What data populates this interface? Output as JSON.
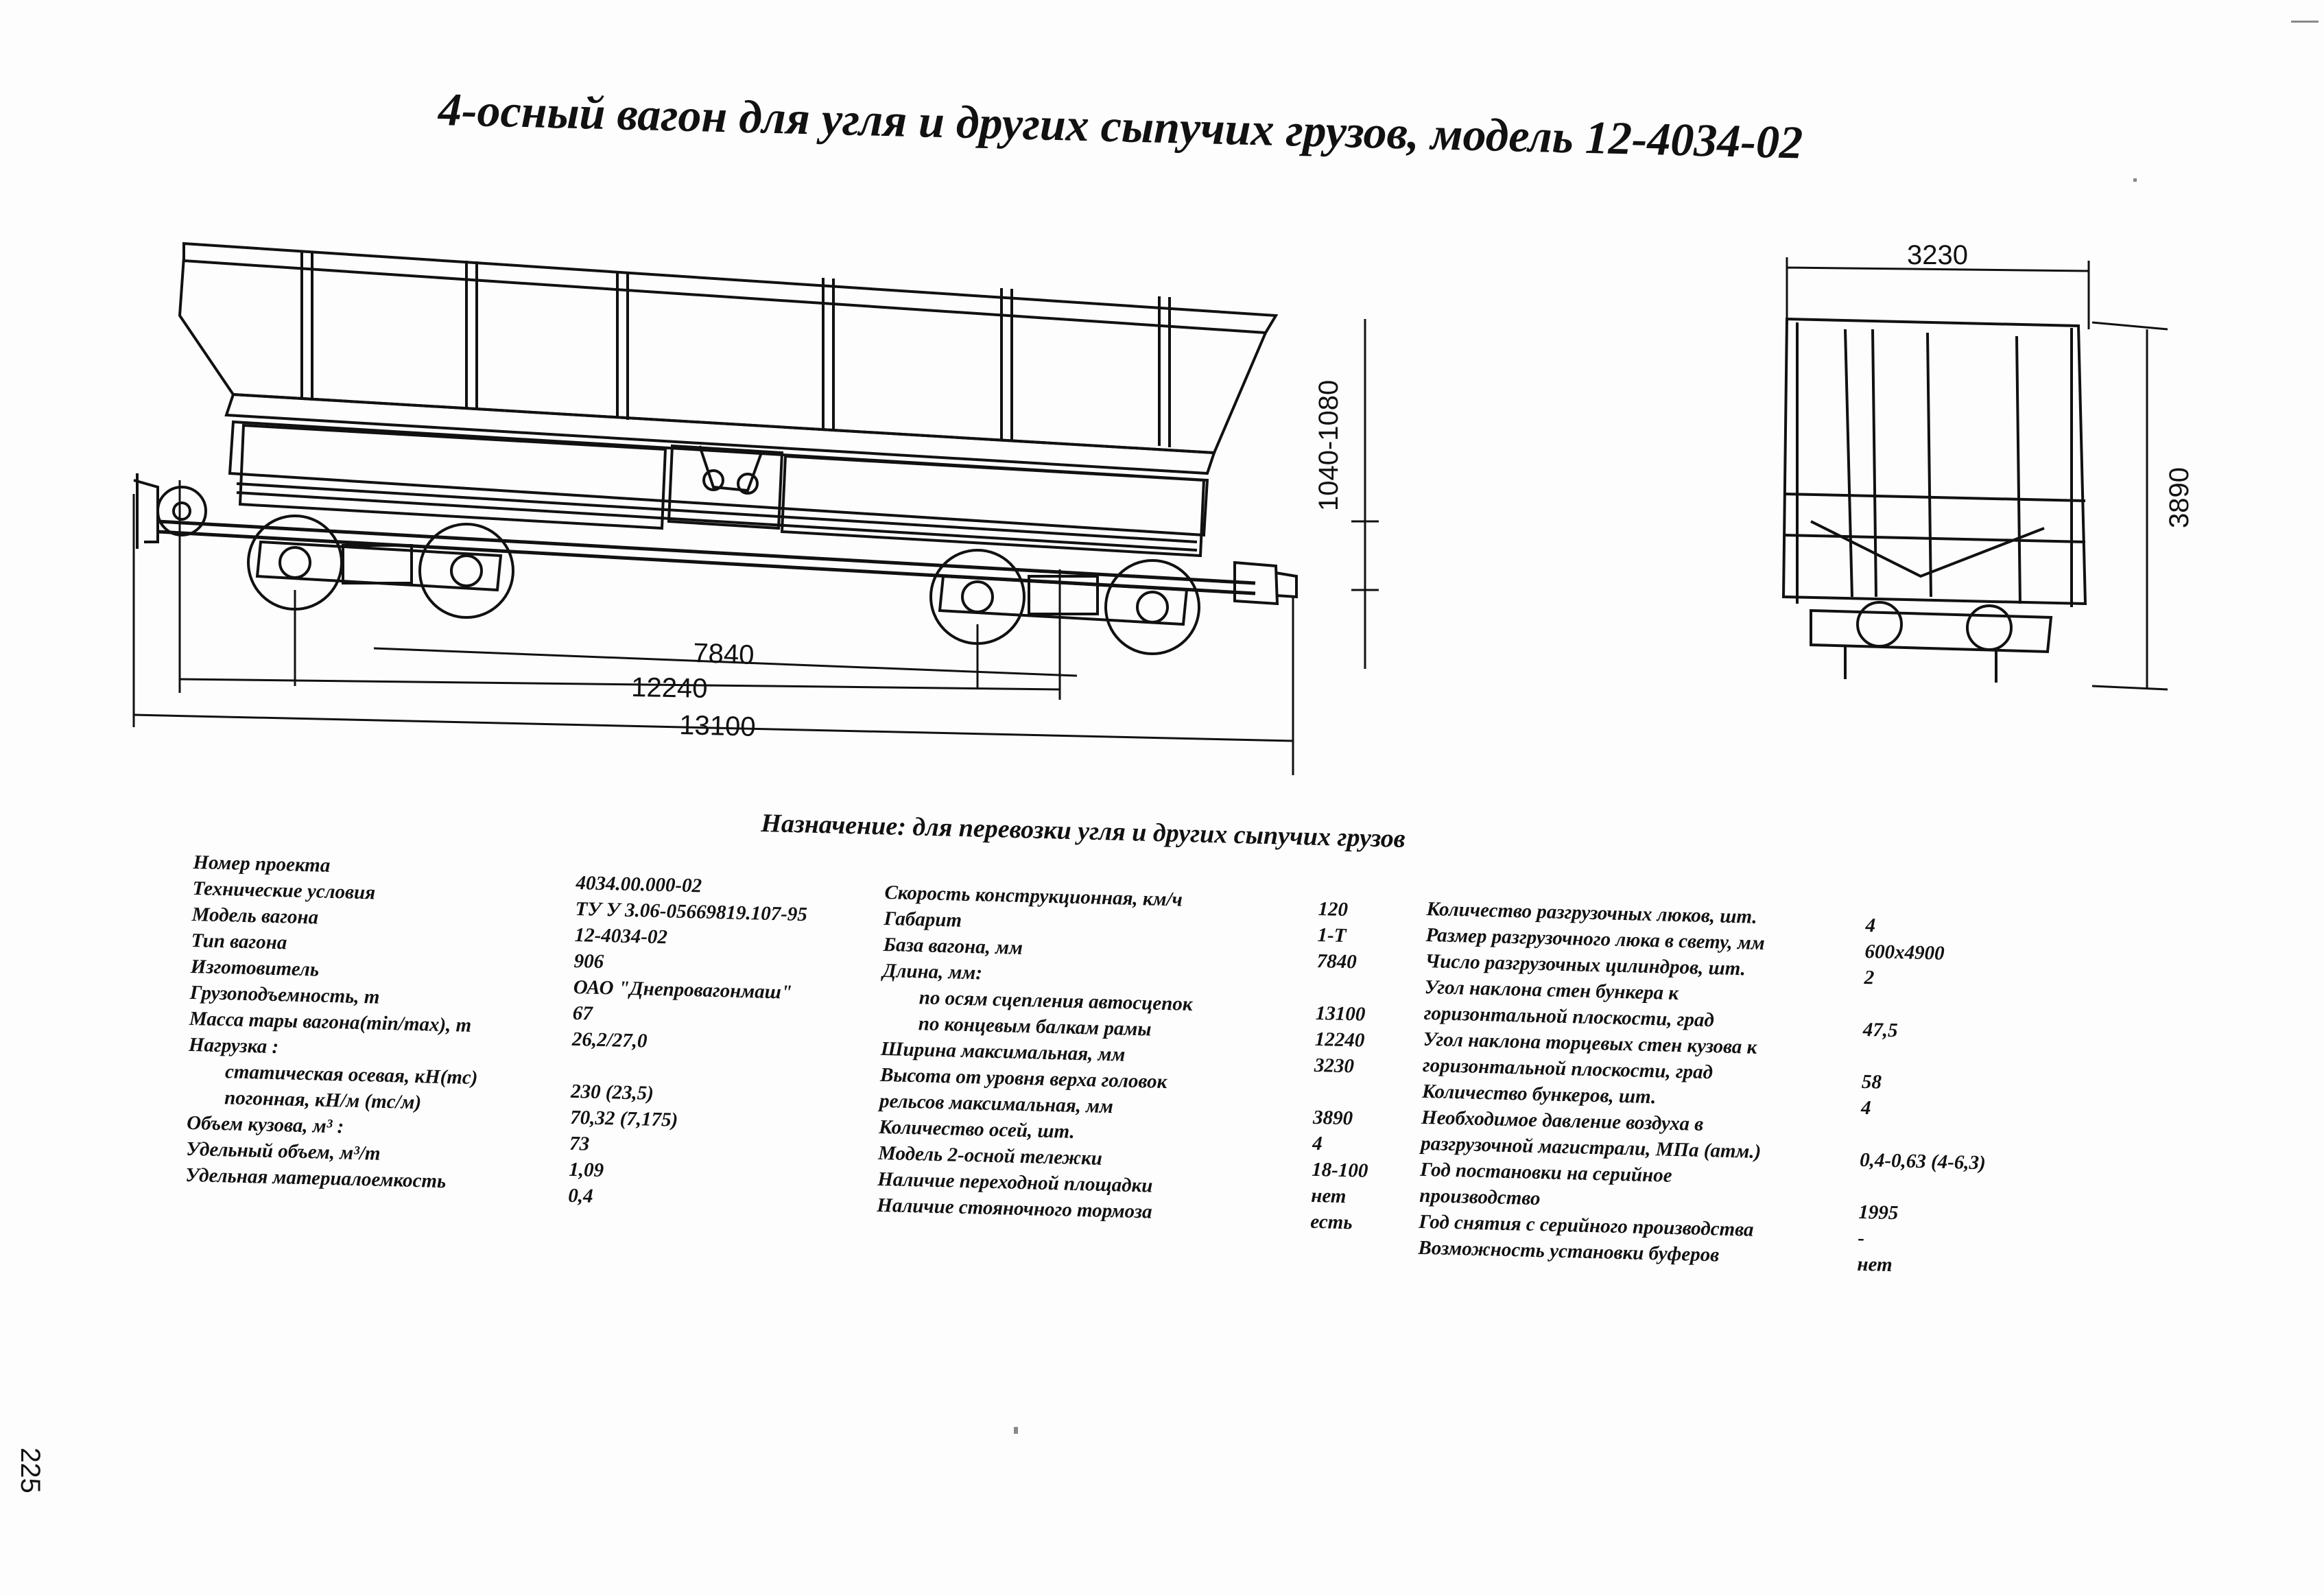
{
  "title": "4-осный вагон для угля и других сыпучих грузов, модель 12-4034-02",
  "drawing": {
    "side_dimensions": [
      "1040-1080",
      "7840",
      "12240",
      "13100"
    ],
    "end_dimensions": [
      "3230",
      "3890"
    ]
  },
  "purpose": "Назначение: для перевозки угля и других сыпучих грузов",
  "col1": [
    {
      "label": "Номер проекта",
      "value": "4034.00.000-02"
    },
    {
      "label": "Технические условия",
      "value": "ТУ У 3.06-05669819.107-95"
    },
    {
      "label": "Модель вагона",
      "value": "12-4034-02"
    },
    {
      "label": "Тип вагона",
      "value": "906"
    },
    {
      "label": "Изготовитель",
      "value": "ОАО \"Днепровагонмаш\""
    },
    {
      "label": "Грузоподъемность, т",
      "value": "67"
    },
    {
      "label": "Масса тары вагона(min/max), т",
      "value": "26,2/27,0"
    },
    {
      "label": "Нагрузка :",
      "value": ""
    },
    {
      "label": "статическая осевая, кН(тс)",
      "value": "230 (23,5)",
      "indent": true
    },
    {
      "label": "погонная, кН/м (тс/м)",
      "value": "70,32 (7,175)",
      "indent": true
    },
    {
      "label": "Объем кузова, м³ :",
      "value": "73"
    },
    {
      "label": "Удельный объем, м³/т",
      "value": "1,09"
    },
    {
      "label": "Удельная материалоемкость",
      "value": "0,4"
    }
  ],
  "col2": [
    {
      "label": "Скорость конструкционная, км/ч",
      "value": "120"
    },
    {
      "label": "Габарит",
      "value": "1-Т"
    },
    {
      "label": "База вагона, мм",
      "value": "7840"
    },
    {
      "label": "Длина, мм:",
      "value": ""
    },
    {
      "label": "по осям сцепления автосцепок",
      "value": "13100",
      "indent": true
    },
    {
      "label": "по концевым балкам рамы",
      "value": "12240",
      "indent": true
    },
    {
      "label": "Ширина максимальная, мм",
      "value": "3230"
    },
    {
      "label": "Высота от уровня верха головок",
      "value": ""
    },
    {
      "label": "рельсов максимальная, мм",
      "value": "3890"
    },
    {
      "label": "Количество осей, шт.",
      "value": "4"
    },
    {
      "label": "Модель 2-осной тележки",
      "value": "18-100"
    },
    {
      "label": "Наличие переходной площадки",
      "value": "нет"
    },
    {
      "label": "Наличие стояночного тормоза",
      "value": "есть"
    }
  ],
  "col3": [
    {
      "label": "Количество разгрузочных люков, шт.",
      "value": "4"
    },
    {
      "label": "Размер разгрузочного люка в свету, мм",
      "value": "600х4900"
    },
    {
      "label": "Число разгрузочных цилиндров, шт.",
      "value": "2"
    },
    {
      "label": "Угол наклона стен бункера к",
      "value": ""
    },
    {
      "label": "горизонтальной плоскости, град",
      "value": "47,5"
    },
    {
      "label": "Угол наклона торцевых стен кузова к",
      "value": ""
    },
    {
      "label": "горизонтальной плоскости, град",
      "value": "58"
    },
    {
      "label": "Количество бункеров, шт.",
      "value": "4"
    },
    {
      "label": "Необходимое давление воздуха в",
      "value": ""
    },
    {
      "label": "разгрузочной магистрали, МПа (атм.)",
      "value": "0,4-0,63 (4-6,3)"
    },
    {
      "label": "Год постановки на серийное",
      "value": ""
    },
    {
      "label": "производство",
      "value": "1995"
    },
    {
      "label": "Год снятия с серийного производства",
      "value": "-"
    },
    {
      "label": "Возможность установки буферов",
      "value": "нет"
    }
  ],
  "page_number": "225"
}
